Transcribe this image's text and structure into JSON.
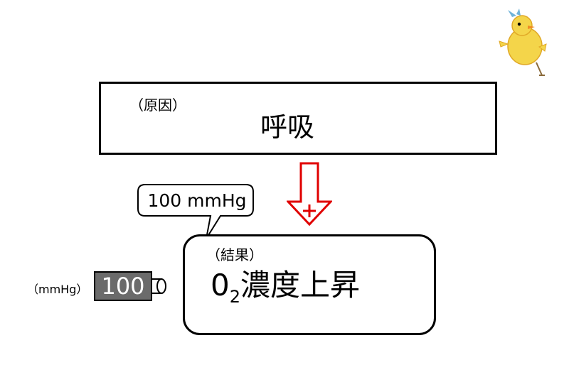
{
  "cause": {
    "label": "（原因）",
    "text": "呼吸"
  },
  "effect": {
    "label": "（結果）",
    "main_prefix": "0",
    "subscript": "2",
    "main_suffix": "濃度上昇"
  },
  "callout": {
    "text": "100 mmHg"
  },
  "gauge": {
    "unit_label": "（mmHg）",
    "value": "100"
  },
  "arrow": {
    "sign": "+",
    "color": "#e00000"
  },
  "decoration": {
    "icon": "chick-icon"
  }
}
